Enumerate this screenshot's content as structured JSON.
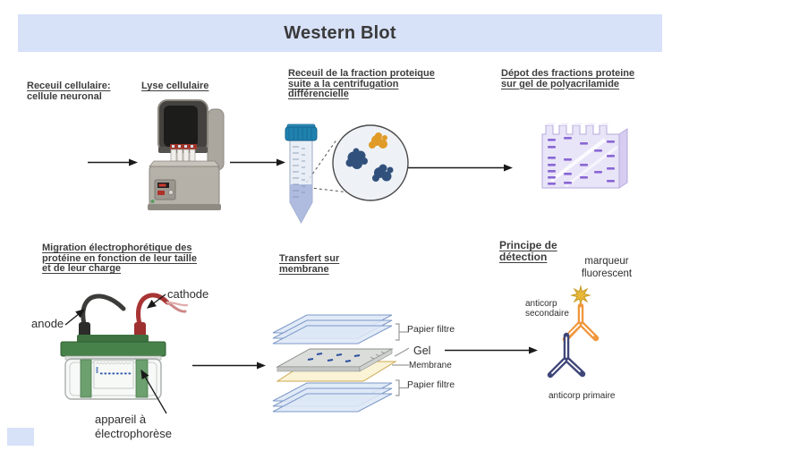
{
  "title": "Western Blot",
  "steps": {
    "collect": {
      "line1": "Receuil cellulaire:",
      "line2": "cellule neuronal"
    },
    "lysis": {
      "label": "Lyse cellulaire"
    },
    "fraction": {
      "line1": "Receuil de la fraction proteique",
      "line2": "suite a la centrifugation",
      "line3": "différencielle"
    },
    "deposit": {
      "line1": "Dépot des fractions  proteine",
      "line2": "sur gel de polyacrilamide"
    },
    "migration": {
      "line1": "Migration électrophorétique des",
      "line2": "protéine en fonction de leur taille",
      "line3": "et de leur charge"
    },
    "transfer": {
      "line1": "Transfert sur",
      "line2": "membrane"
    },
    "detection": {
      "line1": "Principe de",
      "line2": "détection"
    }
  },
  "electrophoresis": {
    "anode": "anode",
    "cathode": "cathode",
    "apparatus_line1": "appareil à",
    "apparatus_line2": "électrophorèse"
  },
  "transfer_stack": {
    "paper_top": "Papier filtre",
    "gel": "Gel",
    "membrane": "Membrane",
    "paper_bottom": "Papier filtre"
  },
  "detection_labels": {
    "marker_line1": "marqueur",
    "marker_line2": "fluorescent",
    "secondary_line1": "anticorp",
    "secondary_line2": "secondaire",
    "primary": "anticorp primaire"
  },
  "colors": {
    "banner": "#d7e1f8",
    "heading_text": "#3d3d3d",
    "arrow": "#1a1a1a",
    "tube_cap_blue": "#1f81ae",
    "protein_navy": "#31517c",
    "protein_orange": "#e09a28",
    "gel_lavender": "#e9e5f8",
    "gel_band_purple": "#8a67d5",
    "apparatus_green": "#47824a",
    "cathode_red": "#a83434",
    "anode_black": "#3c3c3a",
    "filter_paper_blue": "#dde7f6",
    "membrane_yellow": "#fbf3d6",
    "antibody_primary_navy": "#3f4679",
    "antibody_secondary_orange": "#f0973c",
    "fluorescent_star_yellow": "#e9b83a"
  }
}
